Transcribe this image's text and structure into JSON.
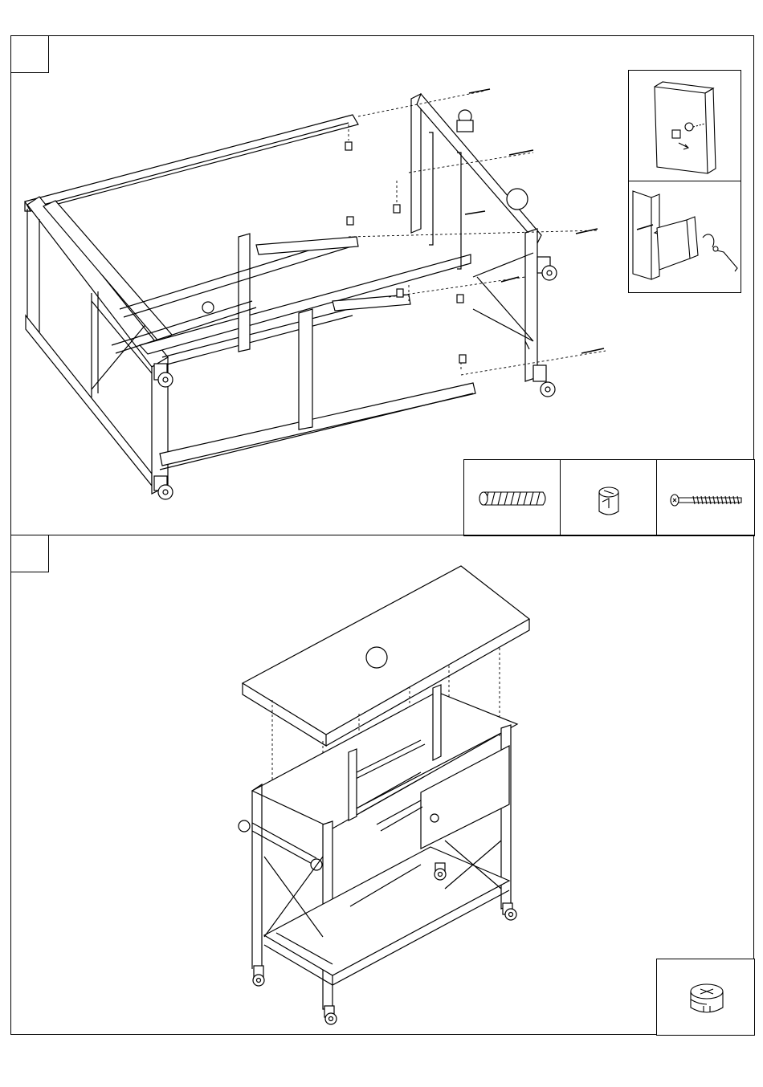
{
  "steps": [
    {
      "id": "step-1",
      "number": ""
    },
    {
      "id": "step-2",
      "number": ""
    }
  ],
  "parts": {
    "step1": [
      "wood-dowel",
      "cam-barrel-nut",
      "connector-bolt"
    ],
    "step2": [
      "cam-lock-fitting"
    ]
  },
  "insets": [
    "cam-lock-detail",
    "bolt-and-allen-key-detail"
  ],
  "colors": {
    "line": "#000000",
    "paper": "#ffffff"
  }
}
